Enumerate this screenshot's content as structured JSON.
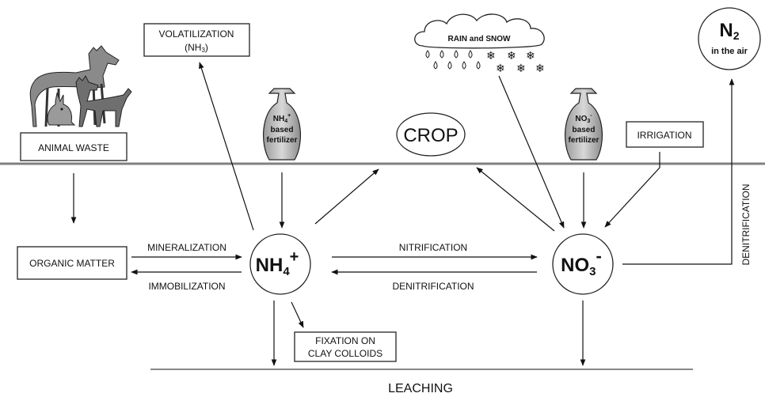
{
  "labels": {
    "volatilization": "VOLATILIZATION",
    "volatilization_sub": "(NH",
    "volatilization_sub_sub": "3",
    "volatilization_sub_close": ")",
    "rain_snow": "RAIN and SNOW",
    "n2": "N",
    "n2_sub": "2",
    "n2_caption": "in the air",
    "animal_waste": "ANIMAL WASTE",
    "crop": "CROP",
    "irrigation": "IRRIGATION",
    "organic_matter": "ORGANIC MATTER",
    "mineralization": "MINERALIZATION",
    "immobilization": "IMMOBILIZATION",
    "nitrification": "NITRIFICATION",
    "denitrification_h": "DENITRIFICATION",
    "denitrification_v": "DENITRIFICATION",
    "fixation_line1": "FIXATION ON",
    "fixation_line2": "CLAY COLLOIDS",
    "leaching": "LEACHING"
  },
  "nodes": {
    "nh4": {
      "base": "NH",
      "sub": "4",
      "sup": "+"
    },
    "no3": {
      "base": "NO",
      "sub": "3",
      "sup": "-"
    }
  },
  "fertilizer_nh4": {
    "ion": "NH",
    "ion_sub": "4",
    "ion_sup": "+",
    "line2": "based",
    "line3": "fertilizer"
  },
  "fertilizer_no3": {
    "ion": "NO",
    "ion_sub": "3",
    "ion_sup": "-",
    "line2": "based",
    "line3": "fertilizer"
  },
  "colors": {
    "ground_line": "#808080",
    "ink": "#111111",
    "bag_fill": "#bdbdbd",
    "animal_fill": "#8a8a8a"
  }
}
